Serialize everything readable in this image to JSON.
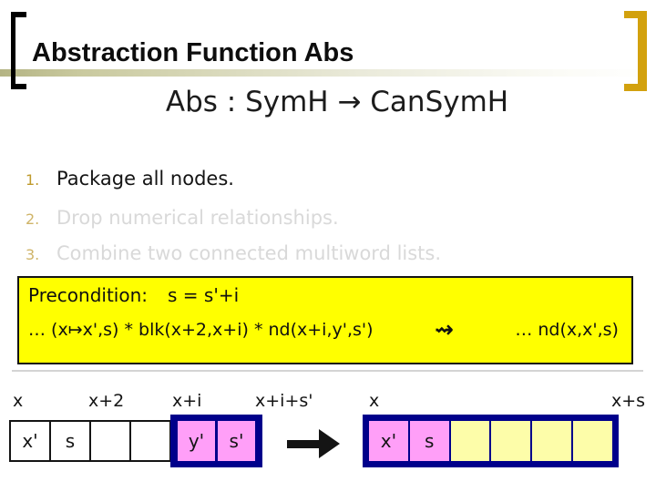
{
  "slide": {
    "title": "Abstraction Function Abs",
    "subtitle": "Abs : SymH → CanSymH",
    "list": [
      {
        "num": "1.",
        "text": "Package all nodes."
      },
      {
        "num": "2.",
        "text": "Drop numerical relationships."
      },
      {
        "num": "3.",
        "text": "Combine two connected multiword lists."
      }
    ],
    "rule_box": {
      "precondition_label": "Precondition:",
      "precondition_expr": "s = s'+i",
      "lhs": "… (x↦x',s) * blk(x+2,x+i) * nd(x+i,y',s')",
      "arrow": "⇝",
      "rhs": "…  nd(x,x',s)"
    },
    "diagram": {
      "before": {
        "labels": [
          "x",
          "x+2",
          "x+i",
          "x+i+s'"
        ],
        "white_cells": [
          "x'",
          "s",
          "",
          ""
        ],
        "node_cells": [
          "y'",
          "s'"
        ]
      },
      "after": {
        "label_left": "x",
        "label_right": "x+s",
        "node_cells": [
          "x'",
          "s"
        ],
        "block_cells": [
          "",
          "",
          "",
          ""
        ]
      }
    },
    "colors": {
      "accent_gold": "#d2a10e",
      "list_number_gold": "#bf9a2c",
      "dimmed_text": "#d9d9d9",
      "band_olive": "#c9c99e",
      "rule_box_fill": "#ffff00",
      "node_border_navy": "#00008b",
      "node_fill_pink": "#ff9ff8",
      "block_fill_pale_yellow": "#fdfda9"
    }
  }
}
